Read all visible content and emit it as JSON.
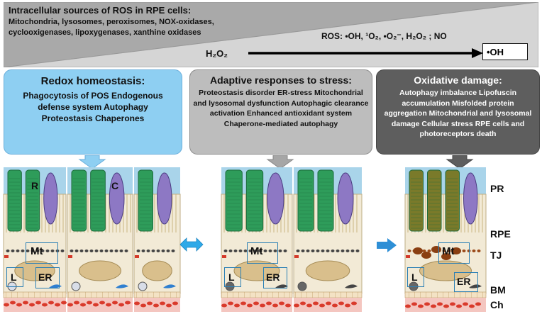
{
  "sources": {
    "title": "Intracellular sources of ROS in RPE cells:",
    "list": "Mitochondria, lysosomes, peroxisomes, NOX-oxidases, cyclooxigenases, lipoxygenases, xanthine oxidases"
  },
  "reaction": {
    "ros_label": "ROS: •OH, ¹O₂, •O₂⁻, H₂O₂ ; NO",
    "start": "H₂O₂",
    "end": "•OH"
  },
  "panels": [
    {
      "title": "Redox homeostasis:",
      "body": "Phagocytosis of POS Endogenous defense system Autophagy Proteostasis Chaperones"
    },
    {
      "title": "Adaptive responses to stress:",
      "body": "Proteostasis disorder ER-stress Mitochondrial and lysosomal dysfunction Autophagic clearance activation Enhanced antioxidant system Chaperone-mediated autophagy"
    },
    {
      "title": "Oxidative damage:",
      "body": "Autophagy imbalance Lipofuscin accumulation Misfolded protein aggregation Mitochondrial and lysosomal damage Cellular stress RPE cells and photoreceptors death"
    }
  ],
  "cell_labels": {
    "rod": "R",
    "cone": "C",
    "mitochondria": "Mt",
    "lysosome": "L",
    "er": "ER"
  },
  "layers": [
    "PR",
    "RPE",
    "TJ",
    "BM",
    "Ch"
  ],
  "colors": {
    "banner_gray": "#a9a9a9",
    "redox_blue": "#8ecff2",
    "adaptive_gray": "#bdbdbd",
    "damage_dark": "#5e5e5e",
    "rod_green": "#2e9c5a",
    "cone_purple": "#8d78c4",
    "pr_band": "#a9d4ea",
    "rpe_cell": "#f2ead6",
    "nucleus": "#d9bf8c",
    "label_box_blue": "#2a7fb5",
    "choroid_red": "#d93a2b",
    "arrow_blue": "#2e8fd6"
  }
}
